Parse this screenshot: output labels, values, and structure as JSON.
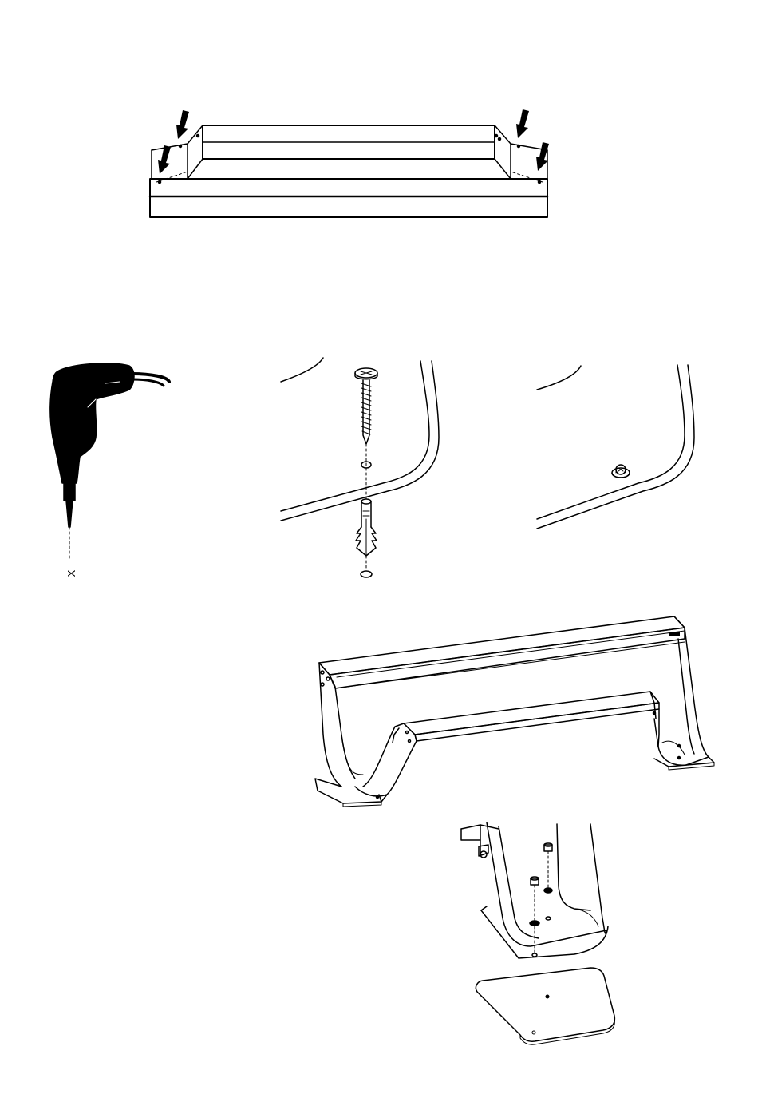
{
  "drill_hole_label": "X",
  "colors": {
    "ink": "#000000",
    "paper": "#ffffff"
  },
  "figures": [
    {
      "name": "frame-top-view",
      "icon": "bench-frame-arrows-diagram"
    },
    {
      "name": "drill-step",
      "icon": "drill-icon"
    },
    {
      "name": "screw-plug-step",
      "icon": "screw-and-wall-plug-icon"
    },
    {
      "name": "fixed-result-step",
      "icon": "fixed-screw-head-icon"
    },
    {
      "name": "bench-assembled",
      "icon": "bench-perspective-diagram"
    },
    {
      "name": "foot-plate-step",
      "icon": "foot-plate-bolts-diagram"
    }
  ]
}
